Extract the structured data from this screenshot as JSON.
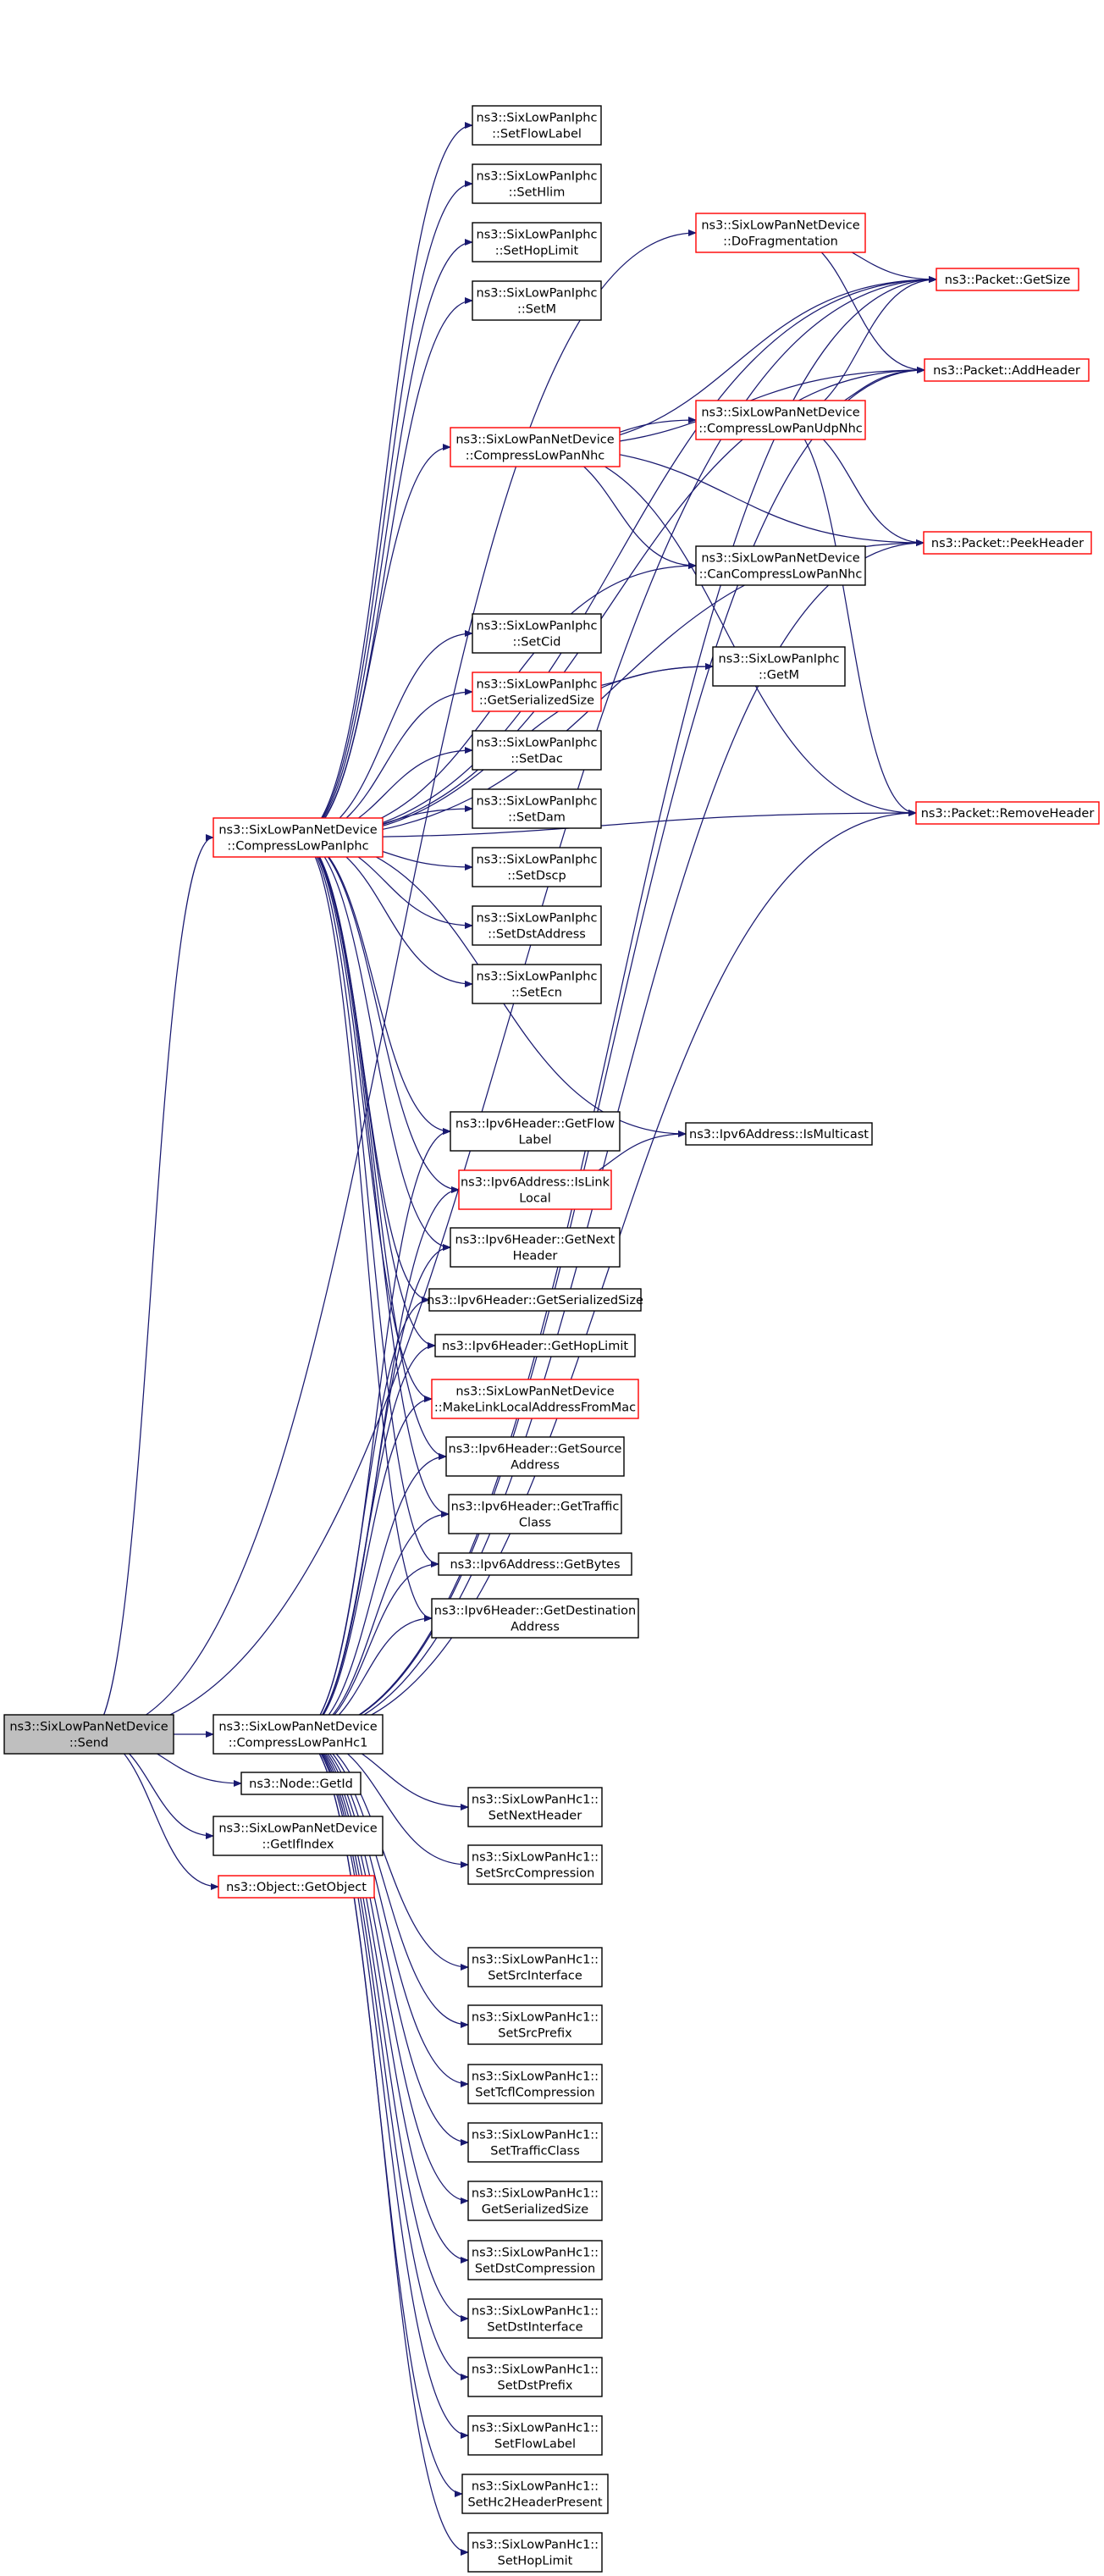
{
  "colors": {
    "edge": "#191970",
    "node_border_default": "#000000",
    "node_border_red": "#ff0000",
    "node_fill_default": "#ffffff",
    "node_fill_root": "#bfbfbf"
  },
  "nodes": [
    {
      "id": "send",
      "lines": [
        "ns3::SixLowPanNetDevice",
        "::Send"
      ],
      "style": "root"
    },
    {
      "id": "compressHc1",
      "lines": [
        "ns3::SixLowPanNetDevice",
        "::CompressLowPanHc1"
      ],
      "style": "black"
    },
    {
      "id": "getId",
      "lines": [
        "ns3::Node::GetId"
      ],
      "style": "black"
    },
    {
      "id": "getIfIndex",
      "lines": [
        "ns3::SixLowPanNetDevice",
        "::GetIfIndex"
      ],
      "style": "black"
    },
    {
      "id": "getObject",
      "lines": [
        "ns3::Object::GetObject"
      ],
      "style": "red"
    },
    {
      "id": "compressIphc",
      "lines": [
        "ns3::SixLowPanNetDevice",
        "::CompressLowPanIphc"
      ],
      "style": "red"
    },
    {
      "id": "setFlowLabel",
      "lines": [
        "ns3::SixLowPanIphc",
        "::SetFlowLabel"
      ],
      "style": "black"
    },
    {
      "id": "setHlim",
      "lines": [
        "ns3::SixLowPanIphc",
        "::SetHlim"
      ],
      "style": "black"
    },
    {
      "id": "setHopLimit",
      "lines": [
        "ns3::SixLowPanIphc",
        "::SetHopLimit"
      ],
      "style": "black"
    },
    {
      "id": "setM",
      "lines": [
        "ns3::SixLowPanIphc",
        "::SetM"
      ],
      "style": "black"
    },
    {
      "id": "compressNhc",
      "lines": [
        "ns3::SixLowPanNetDevice",
        "::CompressLowPanNhc"
      ],
      "style": "red"
    },
    {
      "id": "setCid",
      "lines": [
        "ns3::SixLowPanIphc",
        "::SetCid"
      ],
      "style": "black"
    },
    {
      "id": "getSerSizeIphc",
      "lines": [
        "ns3::SixLowPanIphc",
        "::GetSerializedSize"
      ],
      "style": "red"
    },
    {
      "id": "setDac",
      "lines": [
        "ns3::SixLowPanIphc",
        "::SetDac"
      ],
      "style": "black"
    },
    {
      "id": "setDam",
      "lines": [
        "ns3::SixLowPanIphc",
        "::SetDam"
      ],
      "style": "black"
    },
    {
      "id": "setDscp",
      "lines": [
        "ns3::SixLowPanIphc",
        "::SetDscp"
      ],
      "style": "black"
    },
    {
      "id": "setDstAddress",
      "lines": [
        "ns3::SixLowPanIphc",
        "::SetDstAddress"
      ],
      "style": "black"
    },
    {
      "id": "setEcn",
      "lines": [
        "ns3::SixLowPanIphc",
        "::SetEcn"
      ],
      "style": "black"
    },
    {
      "id": "doFrag",
      "lines": [
        "ns3::SixLowPanNetDevice",
        "::DoFragmentation"
      ],
      "style": "red"
    },
    {
      "id": "compressUdp",
      "lines": [
        "ns3::SixLowPanNetDevice",
        "::CompressLowPanUdpNhc"
      ],
      "style": "red"
    },
    {
      "id": "canCompress",
      "lines": [
        "ns3::SixLowPanNetDevice",
        "::CanCompressLowPanNhc"
      ],
      "style": "black"
    },
    {
      "id": "getM",
      "lines": [
        "ns3::SixLowPanIphc",
        "::GetM"
      ],
      "style": "black"
    },
    {
      "id": "getSize",
      "lines": [
        "ns3::Packet::GetSize"
      ],
      "style": "red"
    },
    {
      "id": "addHeader",
      "lines": [
        "ns3::Packet::AddHeader"
      ],
      "style": "red"
    },
    {
      "id": "peekHeader",
      "lines": [
        "ns3::Packet::PeekHeader"
      ],
      "style": "red"
    },
    {
      "id": "removeHeader",
      "lines": [
        "ns3::Packet::RemoveHeader"
      ],
      "style": "red"
    },
    {
      "id": "getFlowLabel",
      "lines": [
        "ns3::Ipv6Header::GetFlow",
        "Label"
      ],
      "style": "black"
    },
    {
      "id": "isLinkLocal",
      "lines": [
        "ns3::Ipv6Address::IsLink",
        "Local"
      ],
      "style": "red"
    },
    {
      "id": "getNextHeader",
      "lines": [
        "ns3::Ipv6Header::GetNext",
        "Header"
      ],
      "style": "black"
    },
    {
      "id": "getSerSizeIpv6",
      "lines": [
        "ns3::Ipv6Header::GetSerializedSize"
      ],
      "style": "black"
    },
    {
      "id": "getHopLimitIpv6",
      "lines": [
        "ns3::Ipv6Header::GetHopLimit"
      ],
      "style": "black"
    },
    {
      "id": "makeLinkLocal",
      "lines": [
        "ns3::SixLowPanNetDevice",
        "::MakeLinkLocalAddressFromMac"
      ],
      "style": "red"
    },
    {
      "id": "getSource",
      "lines": [
        "ns3::Ipv6Header::GetSource",
        "Address"
      ],
      "style": "black"
    },
    {
      "id": "getTraffic",
      "lines": [
        "ns3::Ipv6Header::GetTraffic",
        "Class"
      ],
      "style": "black"
    },
    {
      "id": "getBytes",
      "lines": [
        "ns3::Ipv6Address::GetBytes"
      ],
      "style": "black"
    },
    {
      "id": "getDest",
      "lines": [
        "ns3::Ipv6Header::GetDestination",
        "Address"
      ],
      "style": "black"
    },
    {
      "id": "isMulticast",
      "lines": [
        "ns3::Ipv6Address::IsMulticast"
      ],
      "style": "black"
    },
    {
      "id": "hc1SetNextHeader",
      "lines": [
        "ns3::SixLowPanHc1::",
        "SetNextHeader"
      ],
      "style": "black"
    },
    {
      "id": "hc1SetSrcCompression",
      "lines": [
        "ns3::SixLowPanHc1::",
        "SetSrcCompression"
      ],
      "style": "black"
    },
    {
      "id": "hc1SetSrcInterface",
      "lines": [
        "ns3::SixLowPanHc1::",
        "SetSrcInterface"
      ],
      "style": "black"
    },
    {
      "id": "hc1SetSrcPrefix",
      "lines": [
        "ns3::SixLowPanHc1::",
        "SetSrcPrefix"
      ],
      "style": "black"
    },
    {
      "id": "hc1SetTcflCompression",
      "lines": [
        "ns3::SixLowPanHc1::",
        "SetTcflCompression"
      ],
      "style": "black"
    },
    {
      "id": "hc1SetTrafficClass",
      "lines": [
        "ns3::SixLowPanHc1::",
        "SetTrafficClass"
      ],
      "style": "black"
    },
    {
      "id": "hc1GetSerializedSize",
      "lines": [
        "ns3::SixLowPanHc1::",
        "GetSerializedSize"
      ],
      "style": "black"
    },
    {
      "id": "hc1SetDstCompression",
      "lines": [
        "ns3::SixLowPanHc1::",
        "SetDstCompression"
      ],
      "style": "black"
    },
    {
      "id": "hc1SetDstInterface",
      "lines": [
        "ns3::SixLowPanHc1::",
        "SetDstInterface"
      ],
      "style": "black"
    },
    {
      "id": "hc1SetDstPrefix",
      "lines": [
        "ns3::SixLowPanHc1::",
        "SetDstPrefix"
      ],
      "style": "black"
    },
    {
      "id": "hc1SetFlowLabel",
      "lines": [
        "ns3::SixLowPanHc1::",
        "SetFlowLabel"
      ],
      "style": "black"
    },
    {
      "id": "hc1SetHc2HeaderPresent",
      "lines": [
        "ns3::SixLowPanHc1::",
        "SetHc2HeaderPresent"
      ],
      "style": "black"
    },
    {
      "id": "hc1SetHopLimit",
      "lines": [
        "ns3::SixLowPanHc1::",
        "SetHopLimit"
      ],
      "style": "black"
    }
  ],
  "edges": [
    [
      "send",
      "compressHc1"
    ],
    [
      "send",
      "getId"
    ],
    [
      "send",
      "getIfIndex"
    ],
    [
      "send",
      "getObject"
    ],
    [
      "send",
      "compressIphc"
    ],
    [
      "send",
      "getSize"
    ],
    [
      "send",
      "doFrag"
    ],
    [
      "compressIphc",
      "setFlowLabel"
    ],
    [
      "compressIphc",
      "setHlim"
    ],
    [
      "compressIphc",
      "setHopLimit"
    ],
    [
      "compressIphc",
      "setM"
    ],
    [
      "compressIphc",
      "compressNhc"
    ],
    [
      "compressIphc",
      "setCid"
    ],
    [
      "compressIphc",
      "getSerSizeIphc"
    ],
    [
      "compressIphc",
      "setDac"
    ],
    [
      "compressIphc",
      "setDam"
    ],
    [
      "compressIphc",
      "setDscp"
    ],
    [
      "compressIphc",
      "setDstAddress"
    ],
    [
      "compressIphc",
      "setEcn"
    ],
    [
      "compressIphc",
      "getSize"
    ],
    [
      "compressIphc",
      "addHeader"
    ],
    [
      "compressIphc",
      "peekHeader"
    ],
    [
      "compressIphc",
      "removeHeader"
    ],
    [
      "compressIphc",
      "getM"
    ],
    [
      "compressIphc",
      "canCompress"
    ],
    [
      "compressIphc",
      "getFlowLabel"
    ],
    [
      "compressIphc",
      "isLinkLocal"
    ],
    [
      "compressIphc",
      "getNextHeader"
    ],
    [
      "compressIphc",
      "getSerSizeIpv6"
    ],
    [
      "compressIphc",
      "getHopLimitIpv6"
    ],
    [
      "compressIphc",
      "makeLinkLocal"
    ],
    [
      "compressIphc",
      "getSource"
    ],
    [
      "compressIphc",
      "getTraffic"
    ],
    [
      "compressIphc",
      "getBytes"
    ],
    [
      "compressIphc",
      "getDest"
    ],
    [
      "compressIphc",
      "isMulticast"
    ],
    [
      "compressNhc",
      "compressUdp"
    ],
    [
      "compressNhc",
      "canCompress"
    ],
    [
      "compressNhc",
      "getSize"
    ],
    [
      "compressNhc",
      "addHeader"
    ],
    [
      "compressNhc",
      "peekHeader"
    ],
    [
      "compressNhc",
      "removeHeader"
    ],
    [
      "compressUdp",
      "getSize"
    ],
    [
      "compressUdp",
      "addHeader"
    ],
    [
      "compressUdp",
      "peekHeader"
    ],
    [
      "compressUdp",
      "removeHeader"
    ],
    [
      "doFrag",
      "getSize"
    ],
    [
      "doFrag",
      "addHeader"
    ],
    [
      "getSerSizeIphc",
      "getM"
    ],
    [
      "isLinkLocal",
      "isMulticast"
    ],
    [
      "compressHc1",
      "getFlowLabel"
    ],
    [
      "compressHc1",
      "isLinkLocal"
    ],
    [
      "compressHc1",
      "getNextHeader"
    ],
    [
      "compressHc1",
      "getSerSizeIpv6"
    ],
    [
      "compressHc1",
      "getHopLimitIpv6"
    ],
    [
      "compressHc1",
      "makeLinkLocal"
    ],
    [
      "compressHc1",
      "getSource"
    ],
    [
      "compressHc1",
      "getTraffic"
    ],
    [
      "compressHc1",
      "getBytes"
    ],
    [
      "compressHc1",
      "getDest"
    ],
    [
      "compressHc1",
      "getSize"
    ],
    [
      "compressHc1",
      "addHeader"
    ],
    [
      "compressHc1",
      "peekHeader"
    ],
    [
      "compressHc1",
      "removeHeader"
    ],
    [
      "compressHc1",
      "hc1SetNextHeader"
    ],
    [
      "compressHc1",
      "hc1SetSrcCompression"
    ],
    [
      "compressHc1",
      "hc1SetSrcInterface"
    ],
    [
      "compressHc1",
      "hc1SetSrcPrefix"
    ],
    [
      "compressHc1",
      "hc1SetTcflCompression"
    ],
    [
      "compressHc1",
      "hc1SetTrafficClass"
    ],
    [
      "compressHc1",
      "hc1GetSerializedSize"
    ],
    [
      "compressHc1",
      "hc1SetDstCompression"
    ],
    [
      "compressHc1",
      "hc1SetDstInterface"
    ],
    [
      "compressHc1",
      "hc1SetDstPrefix"
    ],
    [
      "compressHc1",
      "hc1SetFlowLabel"
    ],
    [
      "compressHc1",
      "hc1SetHc2HeaderPresent"
    ],
    [
      "compressHc1",
      "hc1SetHopLimit"
    ]
  ]
}
